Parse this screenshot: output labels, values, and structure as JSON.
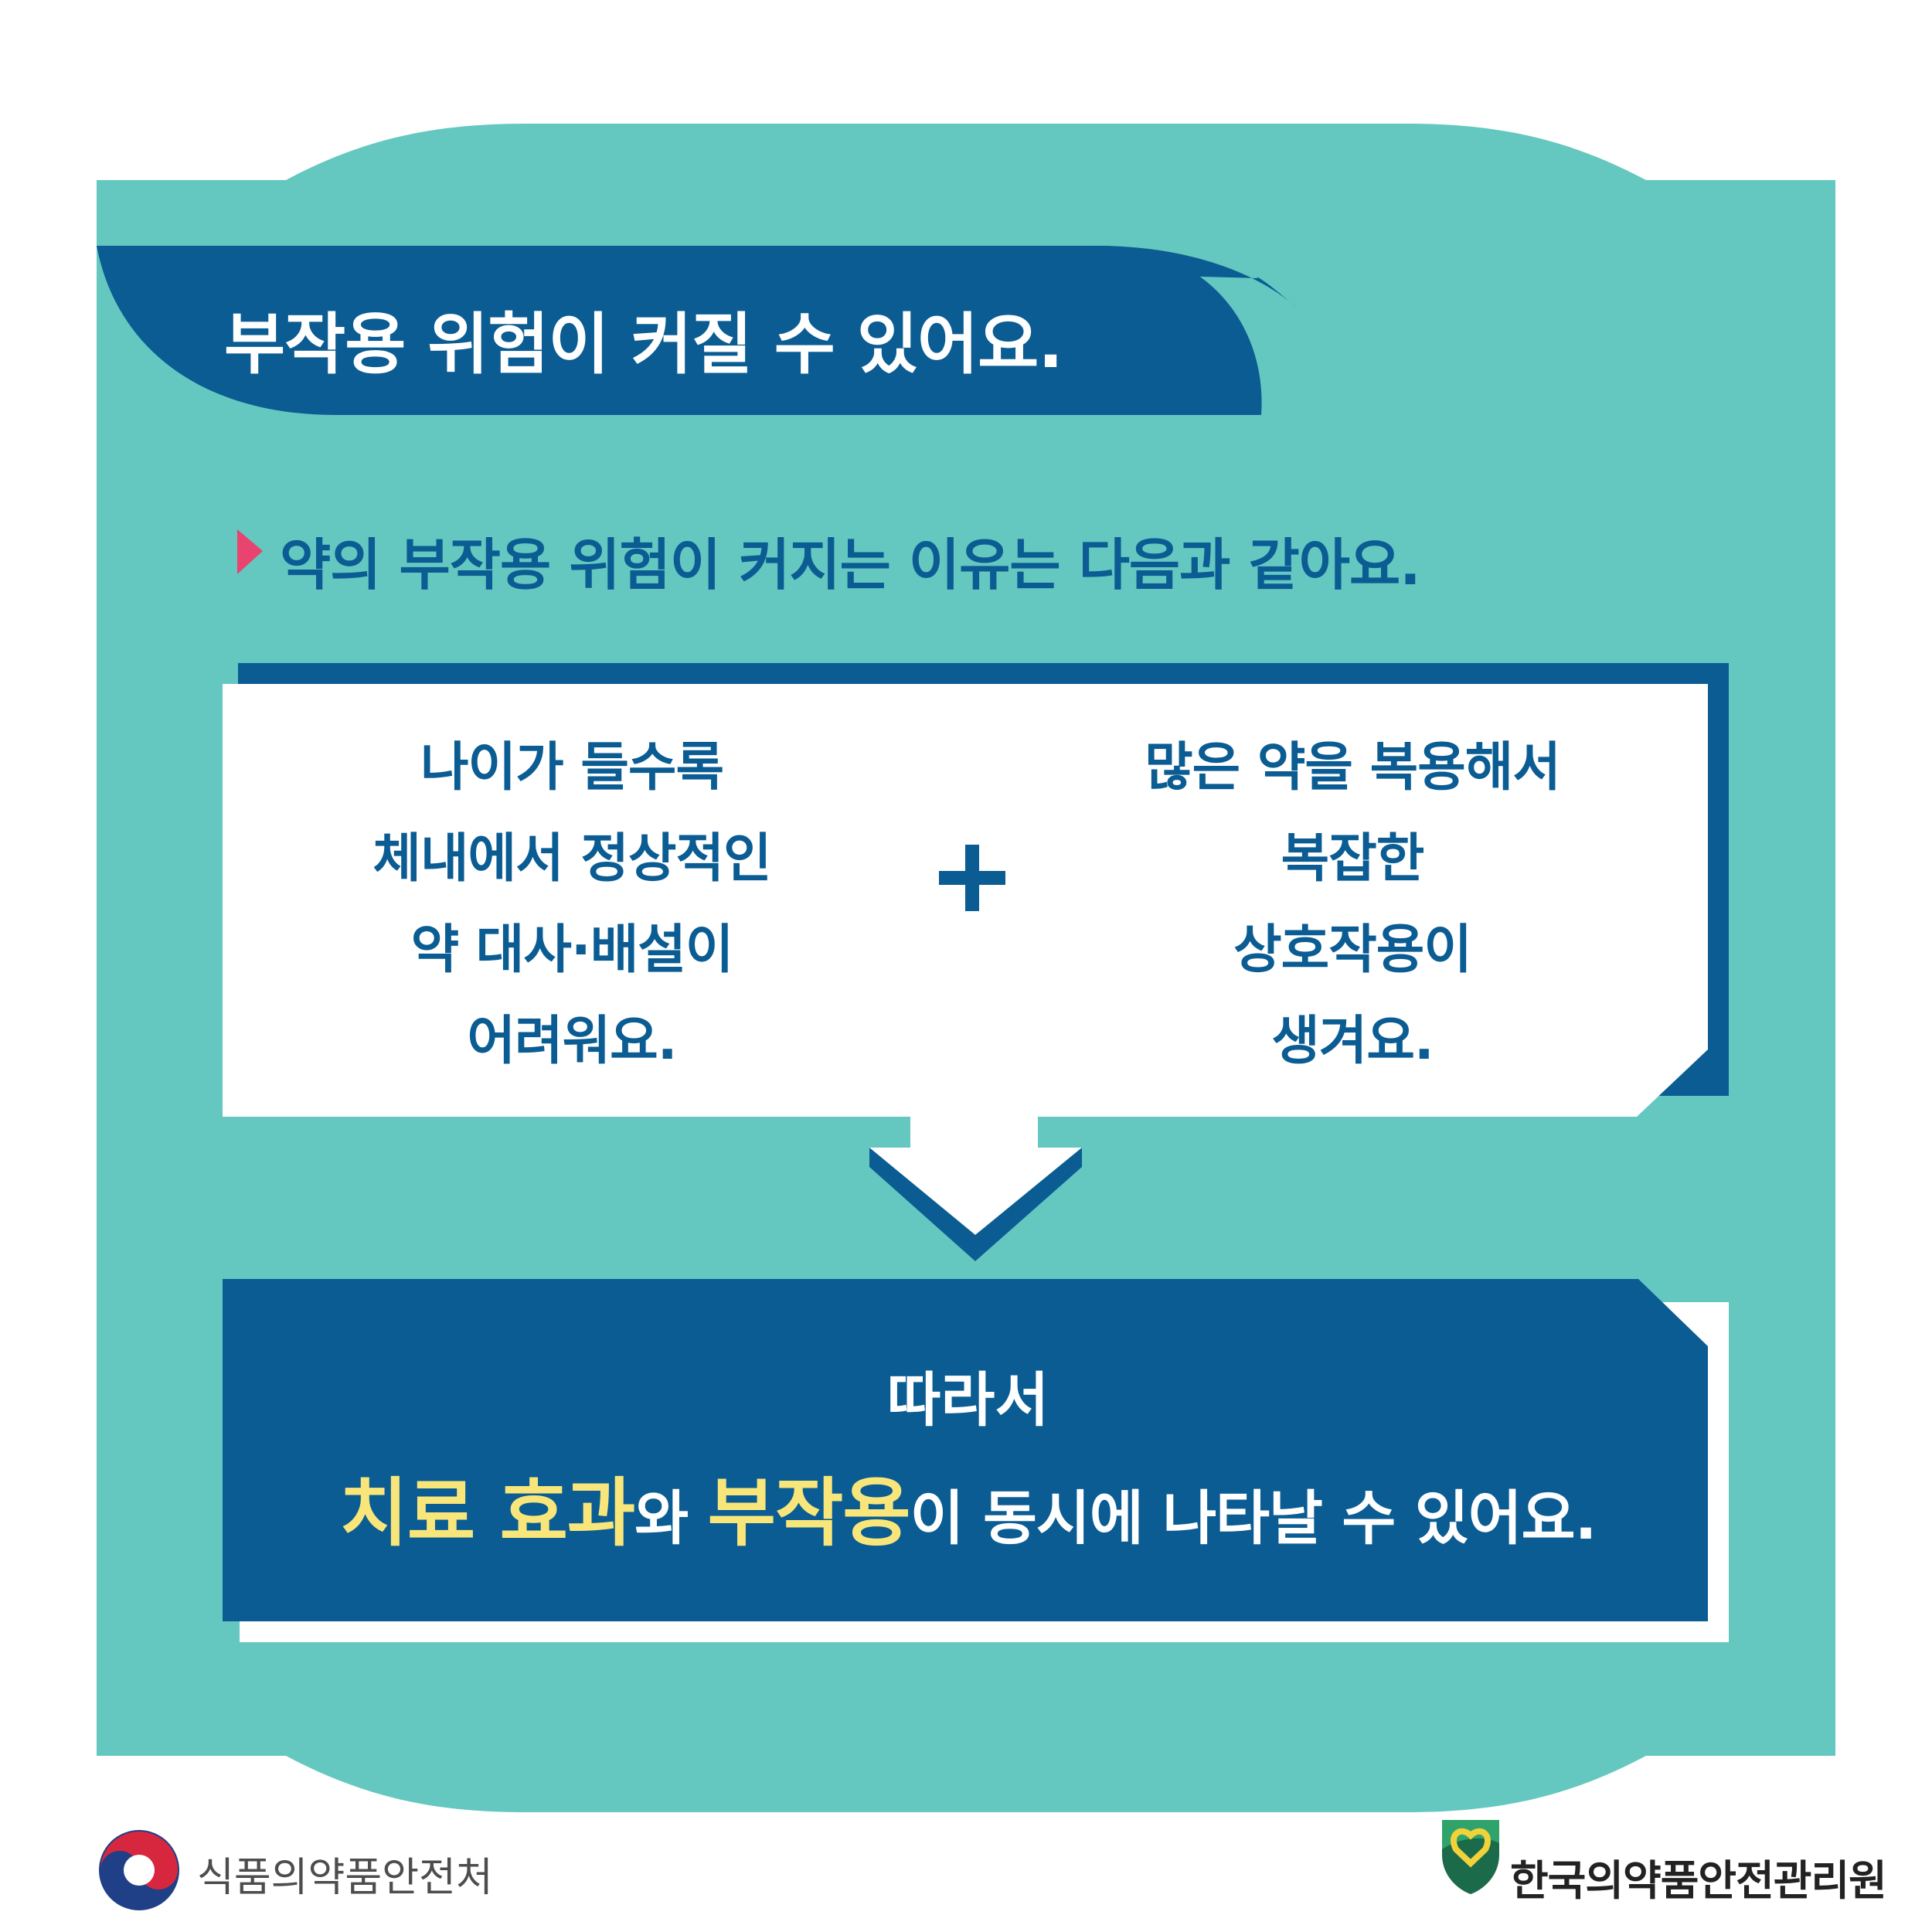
{
  "colors": {
    "teal": "#64c8c0",
    "navy": "#0a5c93",
    "white": "#ffffff",
    "highlight": "#f9e67a",
    "arrow_marker": "#e8446f"
  },
  "banner": {
    "title": "부작용 위험이 커질 수 있어요."
  },
  "subtitle": {
    "bullet_icon": "triangle-right-icon",
    "text": "약의 부작용 위험이 커지는 이유는 다음과 같아요."
  },
  "causes": {
    "left_lines": [
      "나이가 들수록",
      "체내에서 정상적인",
      "약 대사·배설이",
      "어려워요."
    ],
    "operator_icon": "plus-icon",
    "right_lines": [
      "많은 약을 복용해서",
      "복잡한",
      "상호작용이",
      "생겨요."
    ]
  },
  "result": {
    "connector_icon": "chevron-down-icon",
    "line1": "따라서",
    "line2": {
      "hl1": "치료 효과",
      "part1": "와 ",
      "hl2": "부작용",
      "part2": "이 동시에 나타날 수 있어요."
    }
  },
  "footer": {
    "left_org": "식품의약품안전처",
    "right_org": "한국의약품안전관리원"
  }
}
